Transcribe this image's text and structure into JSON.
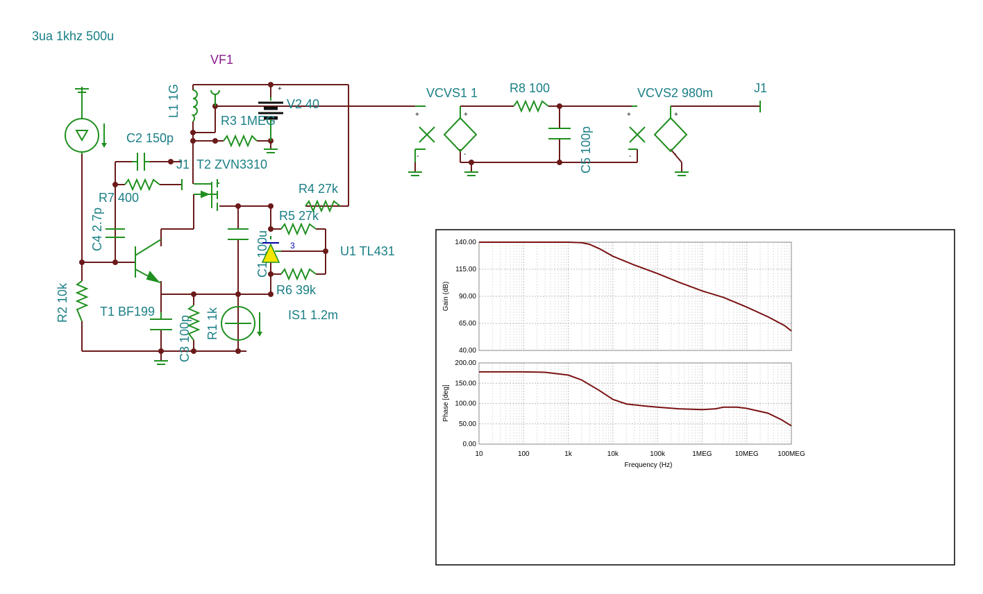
{
  "header_note": "3ua 1khz 500u",
  "labels": {
    "vf1": "VF1",
    "l1": "L1 1G",
    "v2": "V2 40",
    "r3": "R3 1MEG",
    "c2": "C2 150p",
    "j1_small": "J1",
    "t2": "T2 ZVN3310",
    "r7": "R7 400",
    "r4": "R4 27k",
    "r5": "R5 27k",
    "c4": "C4 2.7p",
    "c1": "C1 100u",
    "u1": "U1 TL431",
    "u1_pin": "3",
    "r6": "R6 39k",
    "r2": "R2 10k",
    "t1": "T1 BF199",
    "r1": "R1 1k",
    "is1": "IS1 1.2m",
    "c3": "C3 100p",
    "vcvs1": "VCVS1 1",
    "r8": "R8 100",
    "vcvs2": "VCVS2 980m",
    "j1": "J1",
    "c5": "C5 100p",
    "plus": "+",
    "minus": "-"
  },
  "colors": {
    "wire": "#6b1a1a",
    "component": "#1f8f1f",
    "label": "#1a7f86",
    "curve": "#7a1212",
    "op_triangle": "#f5e600"
  },
  "chart_data": [
    {
      "type": "line",
      "xlabel": "",
      "ylabel": "Gain (dB)",
      "x_scale": "log",
      "xlim": [
        10,
        100000000
      ],
      "ylim": [
        40,
        140
      ],
      "yticks": [
        "140.00",
        "115.00",
        "90.00",
        "65.00",
        "40.00"
      ],
      "series": [
        {
          "x": [
            10,
            100,
            1000,
            2000,
            3000,
            5000,
            10000,
            30000,
            100000,
            300000,
            1000000,
            3000000,
            10000000,
            30000000,
            70000000,
            100000000
          ],
          "y": [
            140,
            140,
            140,
            139.5,
            138,
            134,
            127,
            119,
            111,
            103,
            95,
            89,
            80,
            71,
            63,
            58
          ]
        }
      ]
    },
    {
      "type": "line",
      "xlabel": "Frequency (Hz)",
      "ylabel": "Phase [deg]",
      "x_scale": "log",
      "xlim": [
        10,
        100000000
      ],
      "ylim": [
        0,
        200
      ],
      "yticks": [
        "200.00",
        "150.00",
        "100.00",
        "50.00",
        "0.00"
      ],
      "xticks": [
        "10",
        "100",
        "1k",
        "10k",
        "100k",
        "1MEG",
        "10MEG",
        "100MEG"
      ],
      "series": [
        {
          "x": [
            10,
            100,
            300,
            1000,
            2000,
            5000,
            10000,
            20000,
            50000,
            100000,
            300000,
            1000000,
            2000000,
            3000000,
            6000000,
            10000000,
            30000000,
            60000000,
            100000000
          ],
          "y": [
            178,
            178,
            177,
            170,
            158,
            132,
            110,
            99,
            94,
            91,
            87,
            85,
            87,
            91,
            91,
            88,
            76,
            60,
            45
          ]
        }
      ]
    }
  ]
}
